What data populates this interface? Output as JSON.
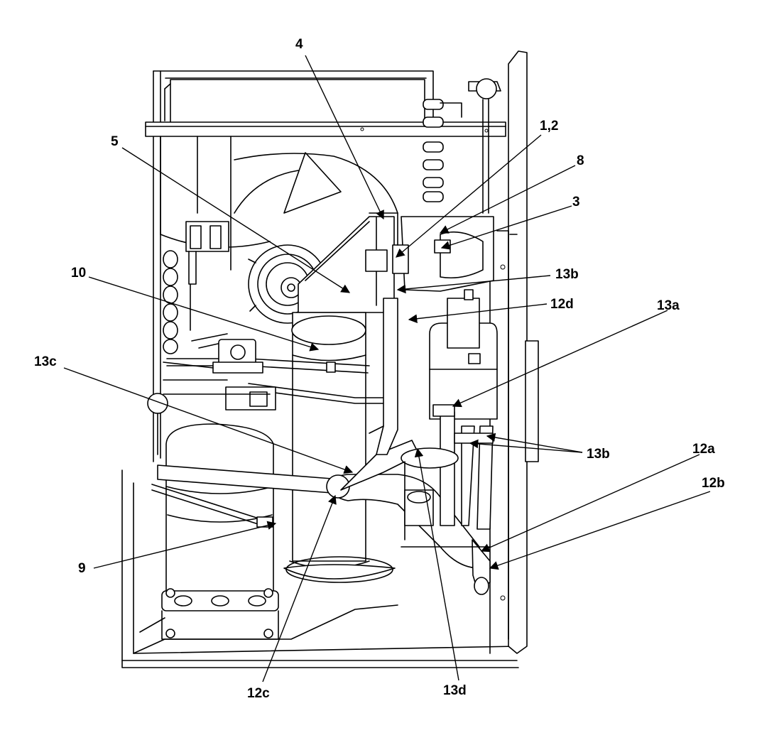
{
  "diagram": {
    "callouts": [
      {
        "id": "c4",
        "text": "4"
      },
      {
        "id": "c12",
        "text": "1,2"
      },
      {
        "id": "c5",
        "text": "5"
      },
      {
        "id": "c8",
        "text": "8"
      },
      {
        "id": "c3",
        "text": "3"
      },
      {
        "id": "c13b",
        "text": "13b"
      },
      {
        "id": "c10",
        "text": "10"
      },
      {
        "id": "c12d",
        "text": "12d"
      },
      {
        "id": "c13a",
        "text": "13a"
      },
      {
        "id": "c13c",
        "text": "13c"
      },
      {
        "id": "c13b2",
        "text": "13b"
      },
      {
        "id": "c12a",
        "text": "12a"
      },
      {
        "id": "c12b",
        "text": "12b"
      },
      {
        "id": "c9",
        "text": "9"
      },
      {
        "id": "c12c",
        "text": "12c"
      },
      {
        "id": "c13d",
        "text": "13d"
      }
    ]
  }
}
